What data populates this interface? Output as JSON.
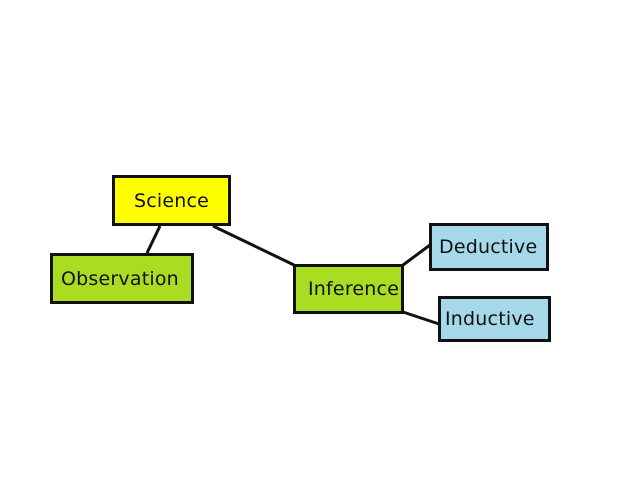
{
  "colors": {
    "root_fill": "#ffff00",
    "branch_fill": "#aadd22",
    "leaf_fill": "#a5d8e8",
    "border": "#111111",
    "connector": "#111111"
  },
  "nodes": {
    "science": {
      "label": "Science"
    },
    "observation": {
      "label": "Observation"
    },
    "inference": {
      "label": "Inference"
    },
    "deductive": {
      "label": "Deductive"
    },
    "inductive": {
      "label": "Inductive"
    }
  },
  "edges": [
    {
      "from": "science",
      "to": "observation"
    },
    {
      "from": "science",
      "to": "inference"
    },
    {
      "from": "inference",
      "to": "deductive"
    },
    {
      "from": "inference",
      "to": "inductive"
    }
  ]
}
